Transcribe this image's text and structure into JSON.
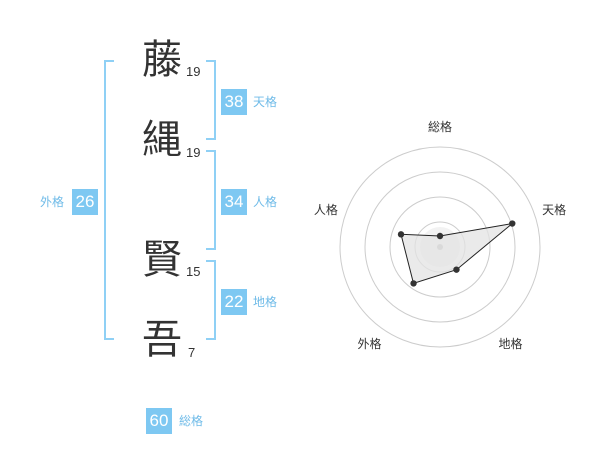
{
  "name": {
    "characters": [
      {
        "char": "藤",
        "strokes": "19"
      },
      {
        "char": "縄",
        "strokes": "19"
      },
      {
        "char": "賢",
        "strokes": "15"
      },
      {
        "char": "吾",
        "strokes": "7"
      }
    ]
  },
  "fortunes": {
    "tenkaku": {
      "value": "38",
      "label": "天格"
    },
    "jinkaku": {
      "value": "34",
      "label": "人格"
    },
    "chikaku": {
      "value": "22",
      "label": "地格"
    },
    "gaikaku": {
      "value": "26",
      "label": "外格"
    },
    "soukaku": {
      "value": "60",
      "label": "総格"
    }
  },
  "radar": {
    "axes": [
      "総格",
      "天格",
      "地格",
      "外格",
      "人格"
    ],
    "values": [
      0.11,
      0.76,
      0.28,
      0.45,
      0.41
    ],
    "colors": {
      "fill": "#e3e3e3",
      "line": "#222222",
      "point": "#333333",
      "ring": "#cccccc",
      "center": "#bbbbbb"
    }
  },
  "colors": {
    "accent": "#7ec8f2",
    "bracket": "#8fd0f5"
  }
}
